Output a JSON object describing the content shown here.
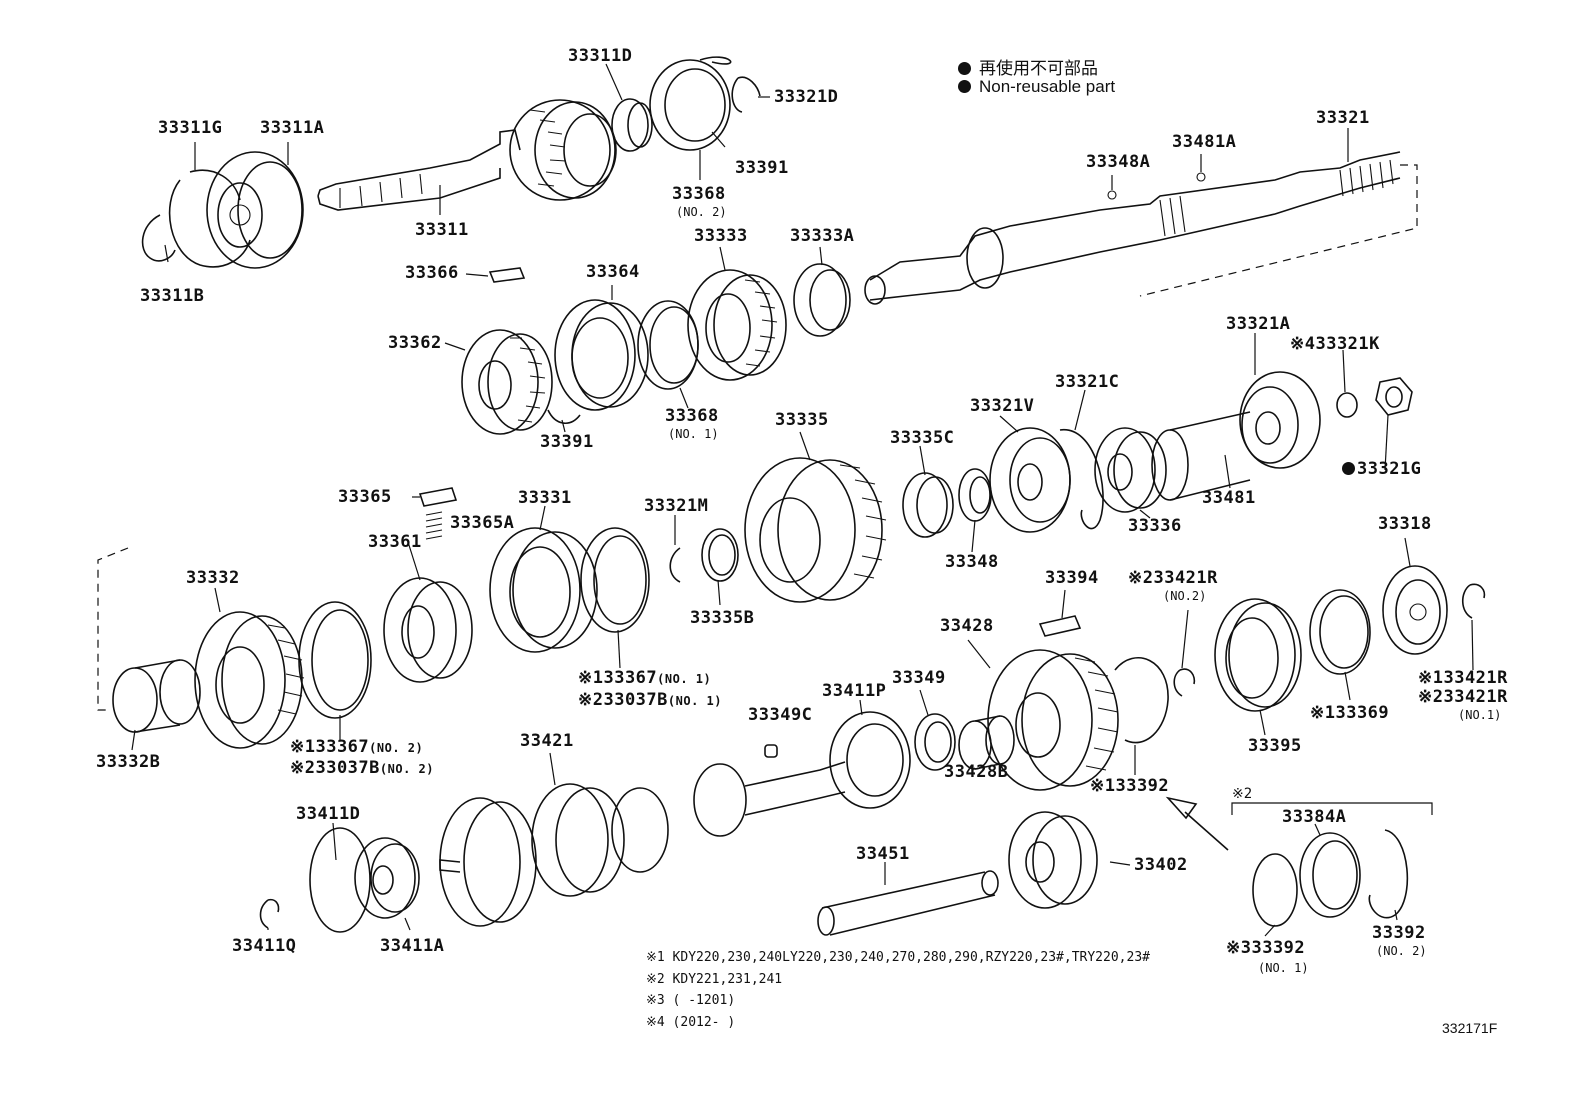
{
  "legend": {
    "line1": "再使用不可部品",
    "line2": "Non-reusable part"
  },
  "labels": {
    "p33311D": "33311D",
    "p33321D": "33321D",
    "p33311G": "33311G",
    "p33311A": "33311A",
    "p33391a": "33391",
    "p33368_2": "33368",
    "p33368_2sub": "(NO. 2)",
    "p33311": "33311",
    "p33311B": "33311B",
    "p33348A": "33348A",
    "p33481A": "33481A",
    "p33321": "33321",
    "p33366": "33366",
    "p33364": "33364",
    "p33333": "33333",
    "p33333A": "33333A",
    "p33362": "33362",
    "p33368_1": "33368",
    "p33368_1sub": "(NO. 1)",
    "p33391b": "33391",
    "p33321A": "33321A",
    "p33321K": "※433321K",
    "p33335": "33335",
    "p33321C": "33321C",
    "p33321V": "33321V",
    "p33335C": "33335C",
    "p33481": "33481",
    "p33321G": "33321G",
    "p33365": "33365",
    "p33365A": "33365A",
    "p33331": "33331",
    "p33321M": "33321M",
    "p33361": "33361",
    "p33336": "33336",
    "p33348": "33348",
    "p33394": "33394",
    "p33421R2": "※233421R",
    "p33421R2sub": "(NO.2)",
    "p33318": "33318",
    "p33332": "33332",
    "p33335B": "33335B",
    "p33428": "33428",
    "p33367a": "※133367",
    "p33367asub": "(NO. 1)",
    "p33037Ba": "※233037B",
    "p33037Basub": "(NO. 1)",
    "p33349": "33349",
    "p33411P": "33411P",
    "p33349C": "33349C",
    "p33421Ra": "※133421R",
    "p33421Rb": "※233421R",
    "p33421Rbsub": "(NO.1)",
    "p33369": "※133369",
    "p33395": "33395",
    "p33332B": "33332B",
    "p33367b": "※133367",
    "p33367bsub": "(NO. 2)",
    "p33037Bb": "※233037B",
    "p33037Bbsub": "(NO. 2)",
    "p33421": "33421",
    "p33428B": "33428B",
    "p33392a": "※133392",
    "mark2": "※2",
    "p33384A": "33384A",
    "p33411D": "33411D",
    "p33451": "33451",
    "p33402": "33402",
    "p33392c": "33392",
    "p33392csub": "(NO. 2)",
    "p33411Q": "33411Q",
    "p33411A": "33411A",
    "p33392b": "※333392",
    "p33392bsub": "(NO. 1)"
  },
  "notes": [
    "※1 KDY220,230,240LY220,230,240,270,280,290,RZY220,23#,TRY220,23#",
    "※2 KDY221,231,241",
    "※3 (      -1201)",
    "※4 (2012-      )"
  ],
  "diagram_code": "332171F"
}
